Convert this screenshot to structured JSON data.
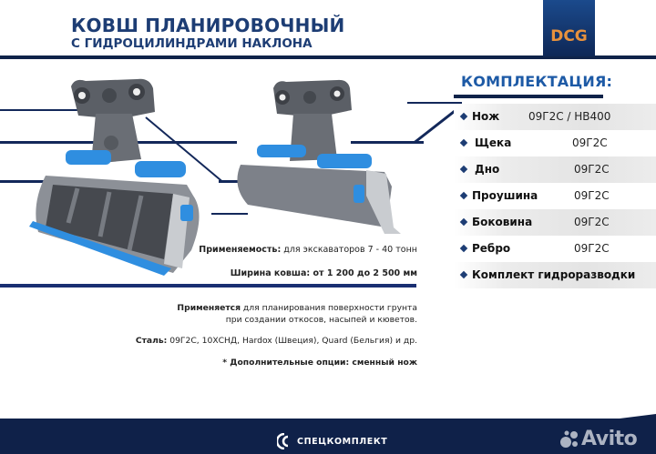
{
  "header": {
    "title_line1": "КОВШ ПЛАНИРОВОЧНЫЙ",
    "title_line2": "С ГИДРОЦИЛИНДРАМИ НАКЛОНА",
    "brand_tab": "DCG"
  },
  "kit": {
    "title": "КОМПЛЕКТАЦИЯ:",
    "items": [
      {
        "name": "Нож",
        "material": "09Г2С / HB400"
      },
      {
        "name": "Щека",
        "material": "09Г2С"
      },
      {
        "name": "Дно",
        "material": "09Г2С"
      },
      {
        "name": "Проушина",
        "material": "09Г2С"
      },
      {
        "name": "Боковина",
        "material": "09Г2С"
      },
      {
        "name": "Ребро",
        "material": "09Г2С"
      },
      {
        "name": "Комплект гидроразводки",
        "material": ""
      }
    ]
  },
  "specs": {
    "applicability_label": "Применяемость:",
    "applicability_value": " для экскаваторов 7 - 40 тонн",
    "width_label": "Ширина ковша:",
    "width_value": " от 1 200 до 2 500 мм"
  },
  "description": {
    "usage_label": "Применяется",
    "usage_line1": " для планирования поверхности грунта",
    "usage_line2": "при создании откосов, насыпей и кюветов.",
    "steel_label": "Сталь:",
    "steel_value": " 09Г2С, 10ХСНД, Hardox (Швеция), Quard (Бельгия) и др.",
    "options": "* Дополнительные опции: сменный нож"
  },
  "footer": {
    "company": "СПЕЦКОМПЛЕКТ"
  },
  "watermark": {
    "text": "Avito"
  },
  "colors": {
    "navy": "#0f2149",
    "title_blue": "#1d3d74",
    "kit_blue": "#1d5aa6",
    "dcg_orange": "#e7913d",
    "cylinder_blue": "#2f8ee0"
  }
}
